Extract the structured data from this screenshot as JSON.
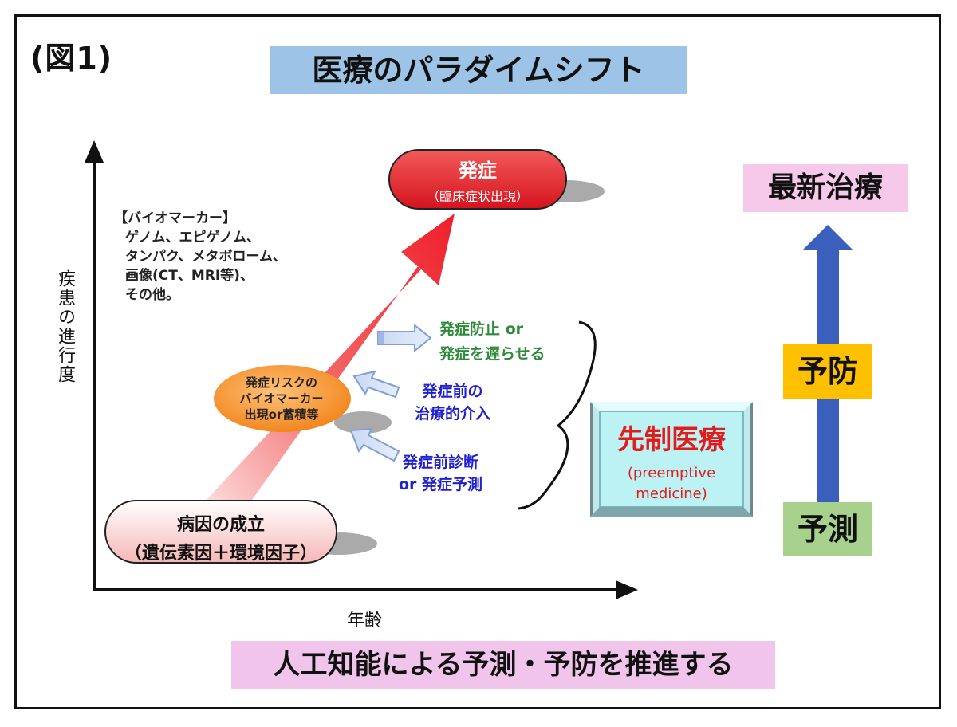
{
  "figure_label": "(図1)",
  "title": "医療のパラダイムシフト",
  "y_axis_label": "疾患の進行度",
  "x_axis_label": "年齢",
  "biomarker": {
    "title": "【バイオマーカー】",
    "items": [
      "ゲノム、エピゲノム、",
      "タンパク、メタボローム、",
      "画像(CT、MRI等)、",
      "その他。"
    ]
  },
  "onset": {
    "label": "発症",
    "sub": "（臨床症状出現）"
  },
  "cause": {
    "line1": "病因の成立",
    "line2": "（遺伝素因＋環境因子）"
  },
  "risk_marker": {
    "line1": "発症リスクの",
    "line2": "バイオマーカー",
    "line3": "出現or蓄積等"
  },
  "interventions": {
    "prevent_line1": "発症防止 or",
    "prevent_line2": "発症を遅らせる",
    "treat_line1": "発症前の",
    "treat_line2": "治療的介入",
    "diag_line1": "発症前診断",
    "diag_line2": "or 発症予測"
  },
  "preemptive": {
    "label": "先制医療",
    "en_line1": "(preemptive",
    "en_line2": "medicine)"
  },
  "side_labels": {
    "latest": "最新治療",
    "prevention": "予防",
    "prediction": "予測"
  },
  "bottom_message": "人工知能による予測・予防を推進する",
  "colors": {
    "title_bg": "#9dc3e6",
    "latest_bg": "#f6c9ea",
    "prevention_bg": "#ffc000",
    "prediction_bg": "#a9d18e",
    "bottom_bg": "#f1c4ec",
    "onset_red": "#e8202a",
    "arrow_blue": "#3a5fbd",
    "green_text": "#2e8b3a",
    "blue_text": "#2222cc",
    "preemptive_red": "#e21b1b"
  }
}
